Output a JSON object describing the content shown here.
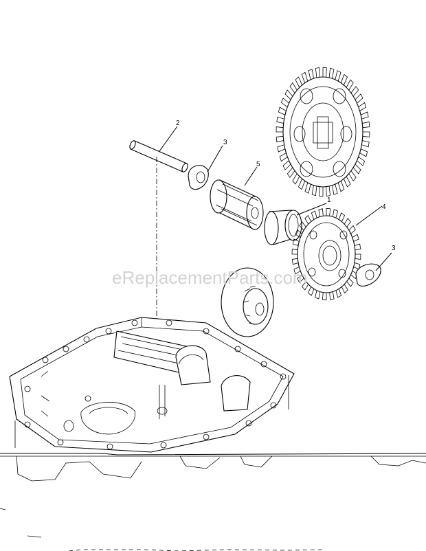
{
  "watermark": "eReplacementParts.com",
  "callouts": [
    {
      "id": "callout-2",
      "text": "2"
    },
    {
      "id": "callout-3a",
      "text": "3"
    },
    {
      "id": "callout-5",
      "text": "5"
    },
    {
      "id": "callout-1",
      "text": "1"
    },
    {
      "id": "callout-4",
      "text": "4"
    },
    {
      "id": "callout-3b",
      "text": "3"
    }
  ]
}
